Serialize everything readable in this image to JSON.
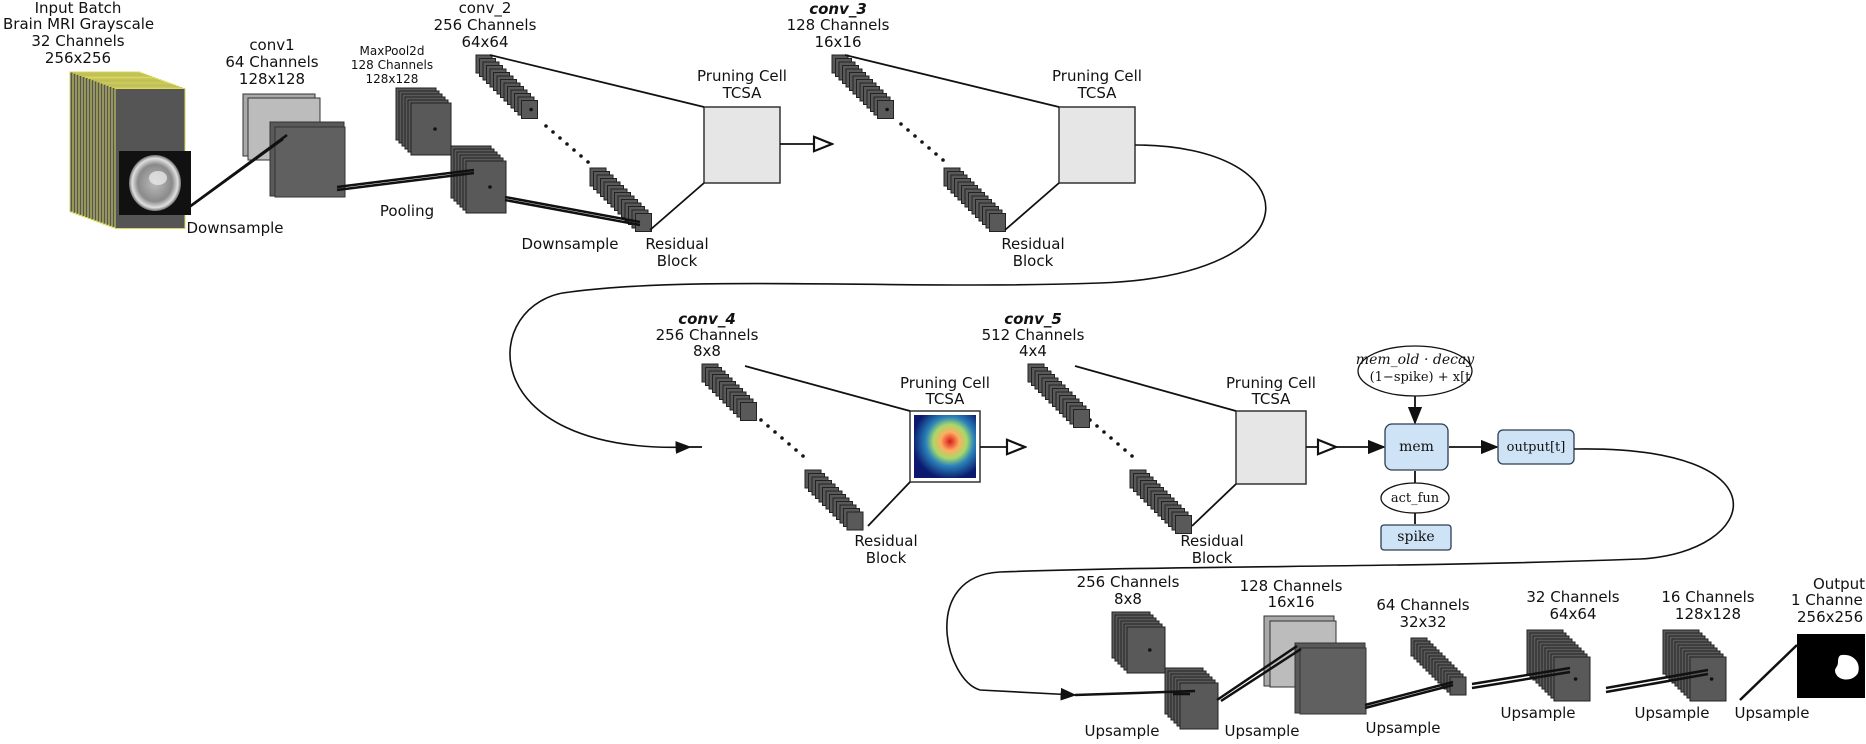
{
  "input": {
    "title": "Input Batch",
    "desc": "Brain MRI Grayscale",
    "channels": "32 Channels",
    "size": "256x256"
  },
  "conv1": {
    "name": "conv1",
    "channels": "64 Channels",
    "size": "128x128"
  },
  "pool": {
    "name": "MaxPool2d",
    "channels": "128 Channels",
    "size": "128x128"
  },
  "conv2": {
    "name": "conv_2",
    "channels": "256 Channels",
    "size": "64x64"
  },
  "conv3": {
    "name": "conv_3",
    "channels": "128  Channels",
    "size": "16x16"
  },
  "conv4": {
    "name": "conv_4",
    "channels": "256 Channels",
    "size": "8x8"
  },
  "conv5": {
    "name": "conv_5",
    "channels": "512 Channels",
    "size": "4x4"
  },
  "ops": {
    "downsample": "Downsample",
    "pooling": "Pooling",
    "upsample": "Upsample",
    "residual_1": "Residual",
    "residual_2": "Block",
    "pruning_1": "Pruning Cell",
    "pruning_2": "TCSA"
  },
  "snn": {
    "formula_1": "mem_old · decay",
    "formula_2": "(1−spike) + x[t",
    "mem": "mem",
    "output": "output[t]",
    "act": "act_fun",
    "spike": "spike"
  },
  "decoder": [
    {
      "channels": "256  Channels",
      "size": "8x8"
    },
    {
      "channels": "128 Channels",
      "size": "16x16"
    },
    {
      "channels": "64 Channels",
      "size": "32x32"
    },
    {
      "channels": "32 Channels",
      "size": "64x64"
    },
    {
      "channels": "16 Channels",
      "size": "128x128"
    }
  ],
  "output": {
    "title": "Output",
    "channels": "1 Channe",
    "size": "256x256"
  },
  "colors": {
    "block_dark": "#595959",
    "block_light": "#a9a9a9",
    "cell_fill": "#e6e6e6",
    "node_fill": "#cfe3f7",
    "node_border": "#2c3e50",
    "frame_yellow": "#d8d85a"
  }
}
